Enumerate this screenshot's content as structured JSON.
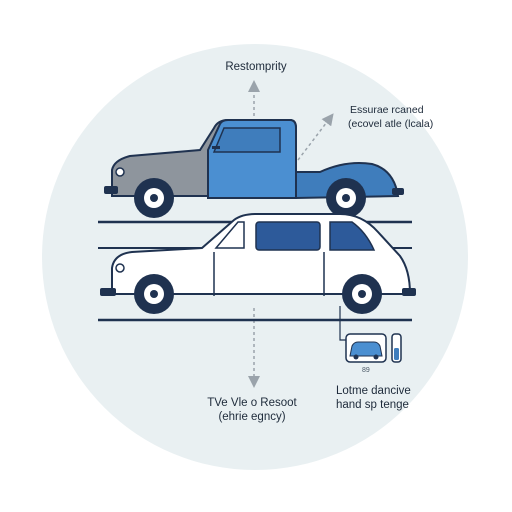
{
  "colors": {
    "background_disc": "#e9f0f2",
    "outline": "#1f3250",
    "body_gray": "#8e959d",
    "body_blue": "#3f7dbc",
    "cabin_blue": "#4b8fd1",
    "window_blue": "#2d5a9a",
    "arrow_gray": "#9aa3ab",
    "text": "#1d2a3a"
  },
  "labels": {
    "top": "Restomprity",
    "right_top_line1": "Essurae rcaned",
    "right_top_line2": "(ecovel atle (lcala)",
    "bottom_center_line1": "TVe Vle o Resoot",
    "bottom_center_line2": "(ehrie egncy)",
    "bottom_right_line1": "Lotme dancive",
    "bottom_right_line2": "hand sp tenge",
    "mini_caption": "89"
  },
  "icons": {
    "top_vehicle": "pickup-truck-icon",
    "bottom_vehicle": "sedan-car-icon",
    "mini_vehicle": "small-car-icon",
    "mini_gauge": "battery-gauge-icon"
  }
}
